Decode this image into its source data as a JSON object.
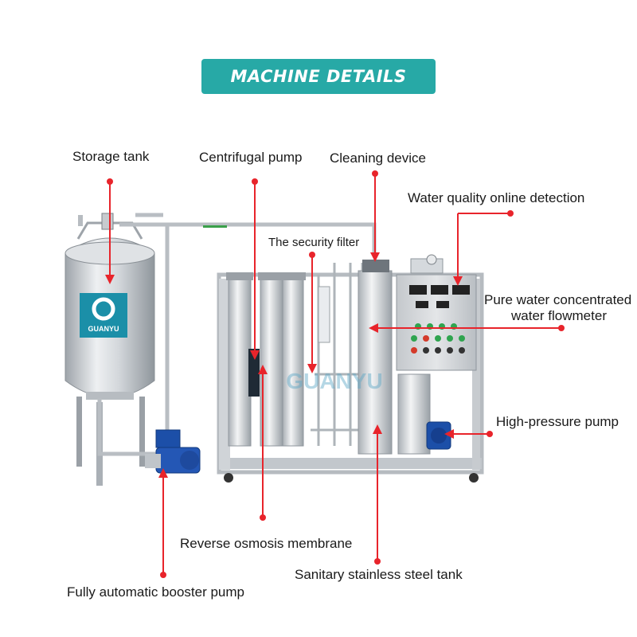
{
  "header": {
    "title": "MACHINE DETAILS"
  },
  "labels": {
    "storage_tank": "Storage tank",
    "centrifugal_pump": "Centrifugal pump",
    "cleaning_device": "Cleaning device",
    "water_quality": "Water quality online detection",
    "security_filter": "The security filter",
    "flowmeter_line1": "Pure water concentrated",
    "flowmeter_line2": "water flowmeter",
    "high_pressure_pump": "High-pressure pump",
    "ro_membrane": "Reverse osmosis membrane",
    "steel_tank": "Sanitary stainless steel tank",
    "booster_pump": "Fully automatic booster pump"
  },
  "branding": {
    "tank_logo": "GUANYU",
    "watermark": "GUANYU"
  },
  "colors": {
    "banner": "#27a9a6",
    "pointer": "#e8242b",
    "steel": "#c9cdd1",
    "pump": "#1c4fa8"
  }
}
